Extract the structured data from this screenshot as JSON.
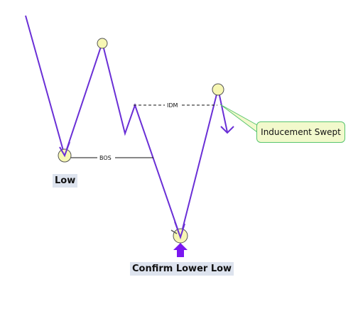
{
  "diagram": {
    "low_label": "Low",
    "confirm_label": "Confirm Lower Low",
    "bos_label": "BOS",
    "idm_label": "IDM",
    "callout_text": "Inducement Swept",
    "colors": {
      "price_line": "#6a2fd6",
      "swing_marker_fill": "#f7f7b4",
      "swing_marker_stroke": "#555555",
      "up_arrow": "#7a17f0",
      "callout_fill": "#f2f9cc",
      "callout_border": "#58c56e",
      "label_bg": "#dde3ee"
    }
  }
}
